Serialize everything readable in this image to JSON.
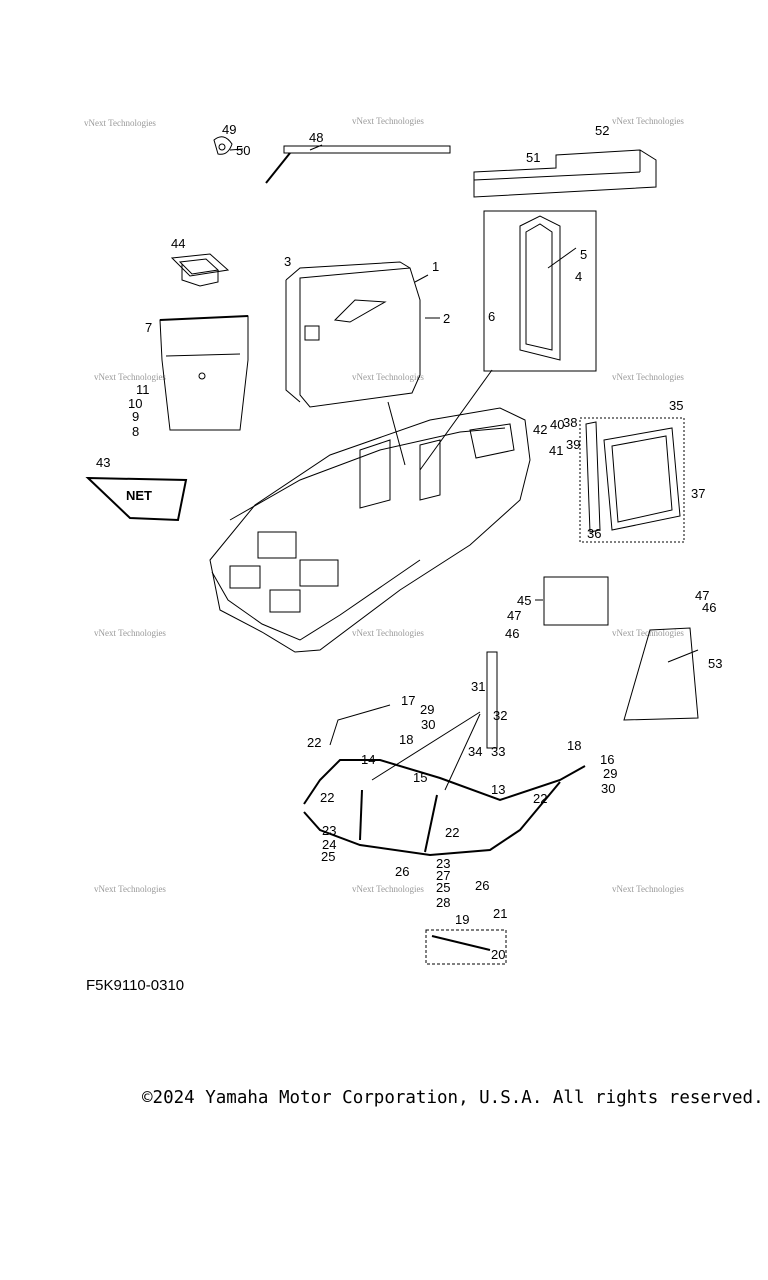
{
  "figure_code": "F5K9110-0310",
  "copyright": "©2024 Yamaha Motor Corporation, U.S.A. All rights reserved.",
  "watermark": "vNext Technologies",
  "net_label": "NET",
  "callouts": [
    "1",
    "2",
    "3",
    "4",
    "5",
    "6",
    "7",
    "8",
    "9",
    "10",
    "11",
    "13",
    "14",
    "15",
    "16",
    "17",
    "18",
    "18",
    "19",
    "20",
    "21",
    "22",
    "22",
    "22",
    "22",
    "23",
    "23",
    "24",
    "25",
    "25",
    "26",
    "26",
    "27",
    "28",
    "29",
    "29",
    "30",
    "30",
    "31",
    "32",
    "33",
    "34",
    "35",
    "36",
    "37",
    "38",
    "39",
    "40",
    "41",
    "42",
    "43",
    "44",
    "45",
    "46",
    "46",
    "47",
    "47",
    "48",
    "49",
    "50",
    "51",
    "52",
    "53"
  ]
}
